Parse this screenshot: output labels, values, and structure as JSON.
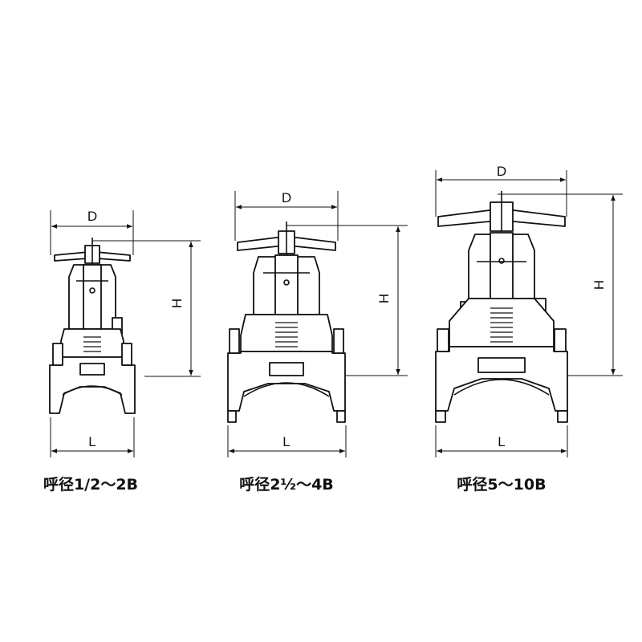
{
  "valves": [
    {
      "caption": "呼径1/2～2B",
      "dim_d": "D",
      "dim_h": "H",
      "dim_l": "L"
    },
    {
      "caption": "呼径2½～4B",
      "dim_d": "D",
      "dim_h": "H",
      "dim_l": "L"
    },
    {
      "caption": "呼径5～10B",
      "dim_d": "D",
      "dim_h": "H",
      "dim_l": "L"
    }
  ]
}
